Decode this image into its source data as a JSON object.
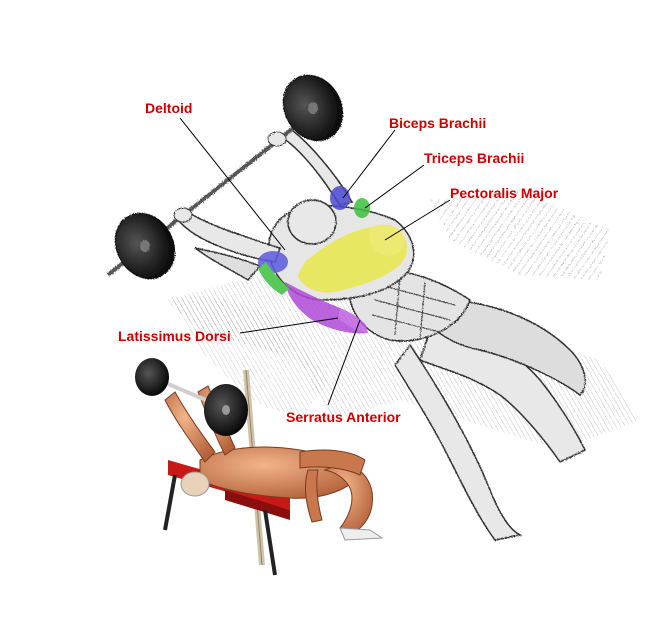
{
  "colors": {
    "label": "#cc0000",
    "deltoid": "#5a5adc",
    "biceps": "#4a4ad0",
    "triceps": "#3fbf3f",
    "pectoralis": "#e8e84a",
    "latissimus": "#b04ad8",
    "serratus": "#c060e0",
    "skin": "#d98b5f",
    "bench": "#c81818",
    "sketch": "#333333"
  },
  "labels": {
    "deltoid": "Deltoid",
    "biceps": "Biceps Brachii",
    "triceps": "Triceps Brachii",
    "pectoralis": "Pectoralis Major",
    "latissimus": "Latissimus Dorsi",
    "serratus": "Serratus Anterior"
  }
}
